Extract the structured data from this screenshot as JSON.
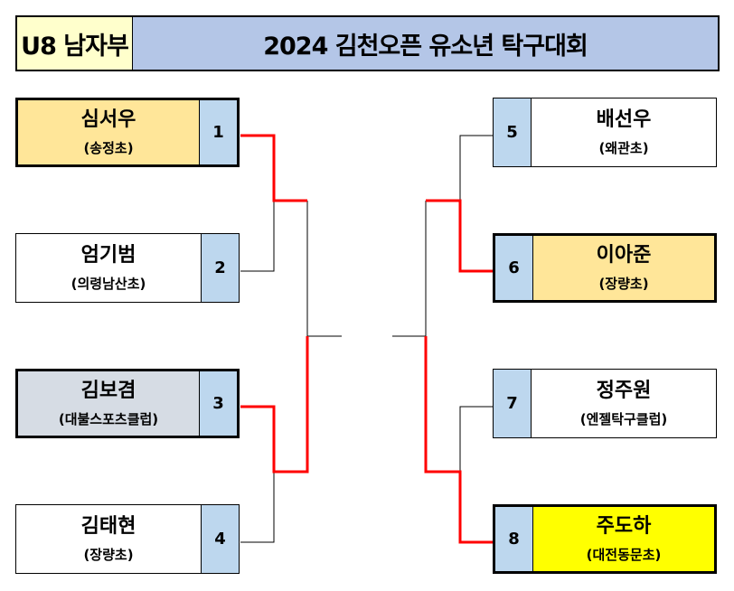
{
  "header": {
    "division": "U8 남자부",
    "title": "2024 김천오픈 유소년 탁구대회"
  },
  "colors": {
    "winner_line": "#FF0000",
    "seed_cell": "#BDD7EE",
    "header_left": "#FFFFCC",
    "header_right": "#B4C6E7"
  },
  "players": [
    {
      "seed": "1",
      "name": "심서우",
      "club": "(송정초)"
    },
    {
      "seed": "2",
      "name": "엄기범",
      "club": "(의령남산초)"
    },
    {
      "seed": "3",
      "name": "김보겸",
      "club": "(대불스포츠클럽)"
    },
    {
      "seed": "4",
      "name": "김태현",
      "club": "(장량초)"
    },
    {
      "seed": "5",
      "name": "배선우",
      "club": "(왜관초)"
    },
    {
      "seed": "6",
      "name": "이아준",
      "club": "(장량초)"
    },
    {
      "seed": "7",
      "name": "정주원",
      "club": "(엔젤탁구클럽)"
    },
    {
      "seed": "8",
      "name": "주도하",
      "club": "(대전동문초)"
    }
  ]
}
